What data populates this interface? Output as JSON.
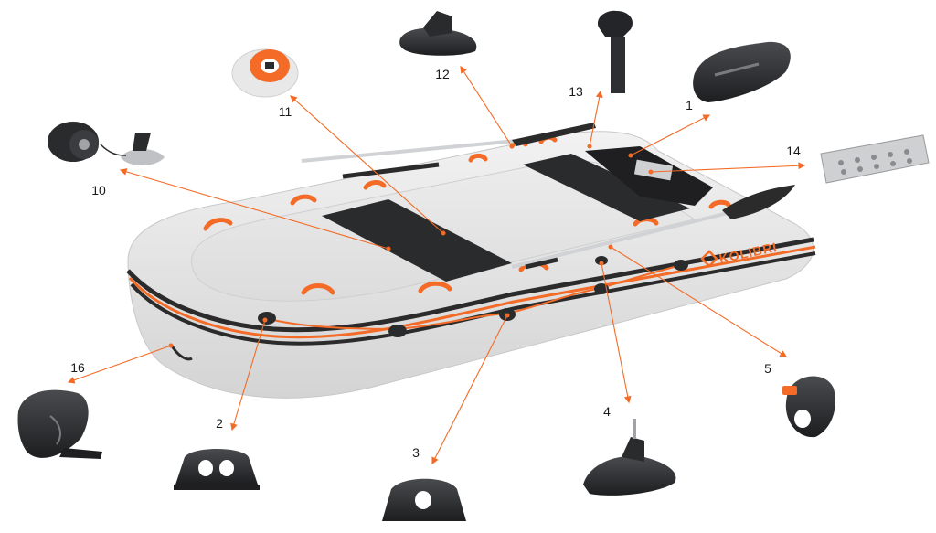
{
  "brand": {
    "label": "KOLIBRI",
    "accent_color": "#f36b26",
    "hull_color": "#e4e4e4",
    "seat_color": "#2a2b2d"
  },
  "callouts": [
    {
      "label": "1",
      "part_icon": "fin-handle-icon"
    },
    {
      "label": "2",
      "part_icon": "d-ring-mount-icon"
    },
    {
      "label": "3",
      "part_icon": "rope-holder-icon"
    },
    {
      "label": "4",
      "part_icon": "oarlock-pin-icon"
    },
    {
      "label": "5",
      "part_icon": "oar-clamp-icon"
    },
    {
      "label": "10",
      "part_icon": "air-valve-icon"
    },
    {
      "label": "11",
      "part_icon": "drain-plug-icon"
    },
    {
      "label": "12",
      "part_icon": "seat-mount-icon"
    },
    {
      "label": "13",
      "part_icon": "oar-icon"
    },
    {
      "label": "14",
      "part_icon": "transom-plate-icon"
    },
    {
      "label": "16",
      "part_icon": "carry-handle-icon"
    }
  ]
}
